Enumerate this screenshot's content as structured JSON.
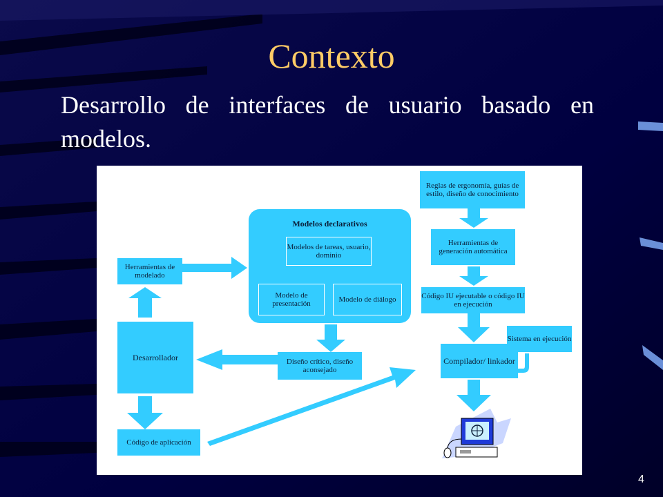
{
  "slide": {
    "title": "Contexto",
    "subtitle": "Desarrollo de interfaces de usuario basado en modelos.",
    "page_number": "4"
  },
  "diagram": {
    "herramientas_modelado": "Herramientas de modelado",
    "desarrollador": "Desarrollador",
    "codigo_aplicacion": "Código de aplicación",
    "modelos_declarativos": "Modelos declarativos",
    "modelos_tareas": "Modelos de tareas, usuario, dominio",
    "modelo_presentacion": "Modelo de presentación",
    "modelo_dialogo": "Modelo de diálogo",
    "diseno_critico": "Diseño crítico, diseño aconsejado",
    "reglas": "Reglas de ergonomía, guías de estilo, diseño de conocimiento",
    "herramientas_generacion": "Herramientas de generación automática",
    "codigo_iu": "Código IU ejecutable o código IU en ejecución",
    "compilador": "Compilador/ linkador",
    "sistema_ejecucion": "Sistema en ejecución"
  },
  "colors": {
    "background": "#000033",
    "title": "#ffcc66",
    "text": "#ffffff",
    "box": "#33ccff"
  }
}
